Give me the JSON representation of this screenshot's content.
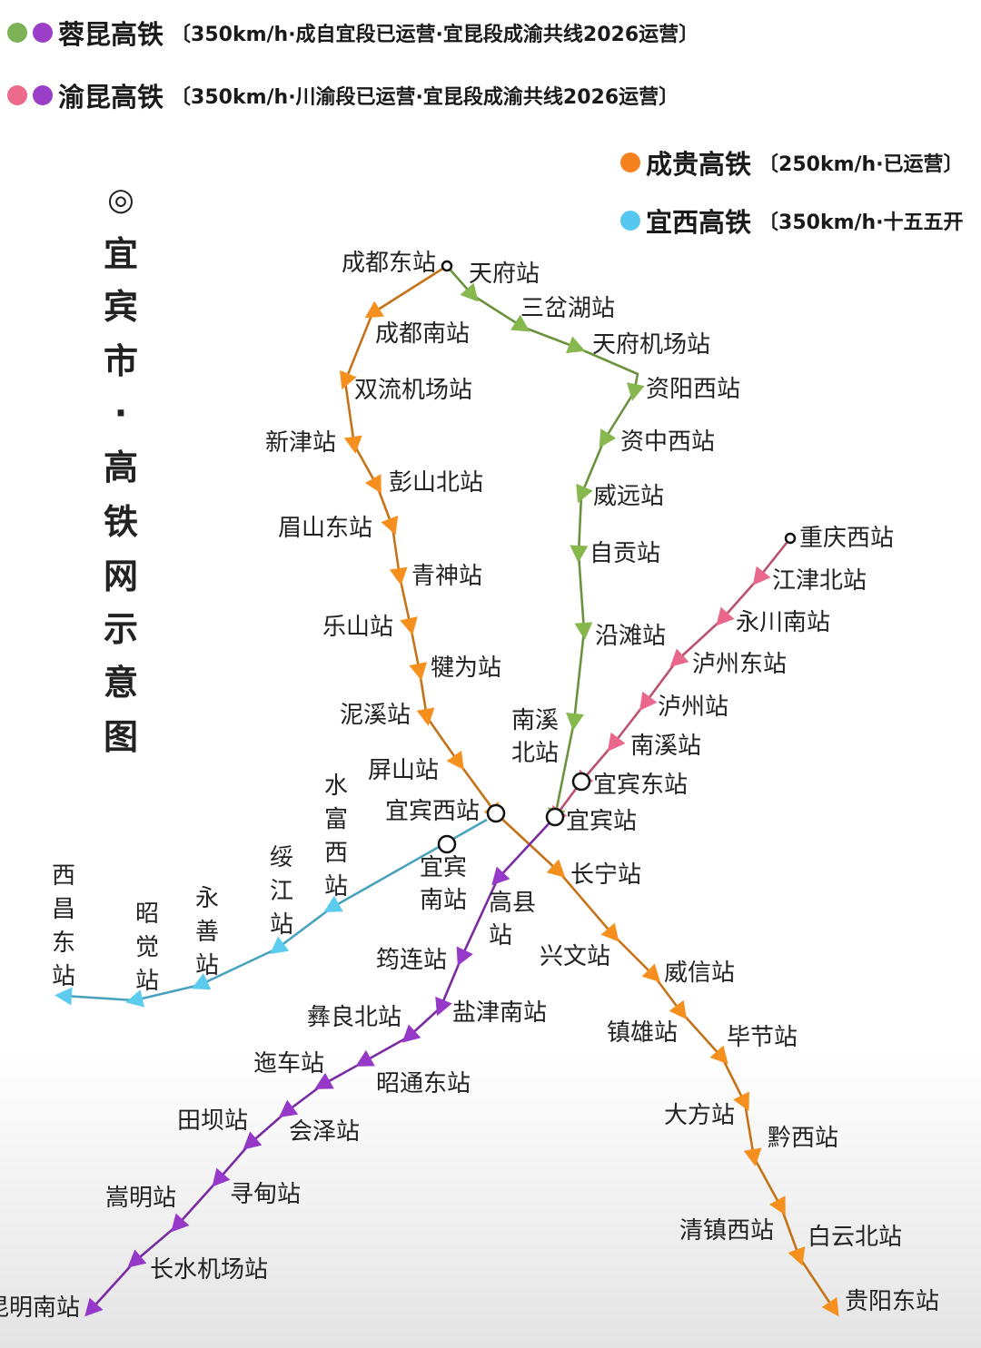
{
  "title": "宜宾市·高铁网示意图",
  "title_symbol": "◎",
  "legend": [
    {
      "colors": [
        "#7cb356",
        "#9b3fc9"
      ],
      "name": "蓉昆高铁",
      "note": "〔350km/h·成自宜段已运营·宜昆段成渝共线2026运营〕"
    },
    {
      "colors": [
        "#ec6a8a",
        "#9b3fc9"
      ],
      "name": "渝昆高铁",
      "note": "〔350km/h·川渝段已运营·宜昆段成渝共线2026运营〕"
    },
    {
      "colors": [
        "#f5821f"
      ],
      "name": "成贵高铁",
      "note": "〔250km/h·已运营〕"
    },
    {
      "colors": [
        "#56c8f0"
      ],
      "name": "宜西高铁",
      "note": "〔350km/h·十五五开"
    }
  ],
  "lines": {
    "orange": {
      "color": "#f5901f",
      "stations": [
        "成都东站",
        "成都南站",
        "双流机场站",
        "新津站",
        "彭山北站",
        "眉山东站",
        "青神站",
        "乐山站",
        "犍为站",
        "泥溪站",
        "屏山站",
        "宜宾西站",
        "长宁站",
        "兴文站",
        "威信站",
        "镇雄站",
        "毕节站",
        "大方站",
        "黔西站",
        "清镇西站",
        "白云北站",
        "贵阳东站"
      ]
    },
    "green": {
      "color": "#86b84e",
      "stations": [
        "天府站",
        "三岔湖站",
        "天府机场站",
        "资阳西站",
        "资中西站",
        "威远站",
        "自贡站",
        "沿滩站",
        "南溪北站",
        "宜宾站"
      ]
    },
    "pink": {
      "color": "#e8678a",
      "stations": [
        "重庆西站",
        "江津北站",
        "永川南站",
        "泸州东站",
        "泸州站",
        "南溪站",
        "宜宾东站"
      ]
    },
    "purple": {
      "color": "#9638c8",
      "stations": [
        "宜宾南站",
        "高县站",
        "筠连站",
        "盐津南站",
        "彝良北站",
        "迤车站",
        "昭通东站",
        "田坝站",
        "会泽站",
        "寻甸站",
        "嵩明站",
        "长水机场站",
        "昆明南站"
      ]
    },
    "cyan": {
      "color": "#5bcbee",
      "stations": [
        "水富西站",
        "绥江站",
        "永善站",
        "昭觉站",
        "西昌东站"
      ]
    }
  }
}
